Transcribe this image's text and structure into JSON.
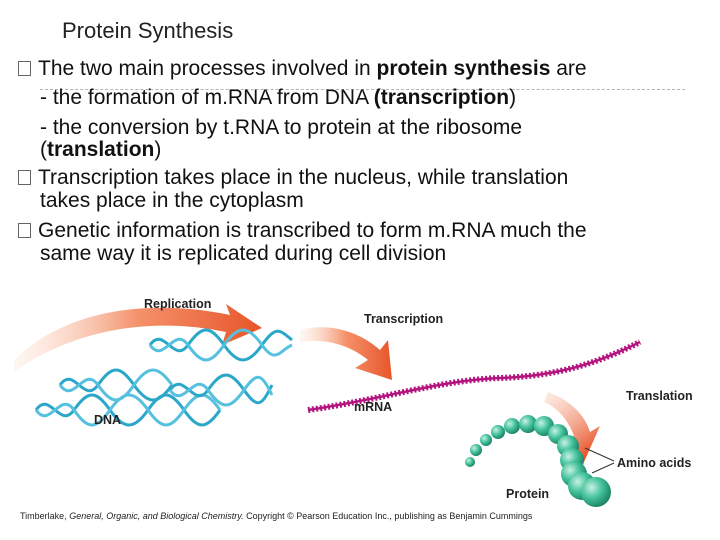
{
  "title": "Protein Synthesis",
  "bullets": {
    "b1_pre": "The two main processes involved in ",
    "b1_bold": "protein synthesis",
    "b1_post": "  are",
    "sub1_pre": "- the formation of m.RNA from DNA ",
    "sub1_bold": "(transcription",
    "sub1_post": ")",
    "sub2": "- the conversion by t.RNA to protein at the ribosome",
    "sub2b_pre": "(",
    "sub2b_bold": "translation",
    "sub2b_post": ")",
    "b2_line1": "Transcription takes place in the nucleus, while translation",
    "b2_line2": "takes place in the cytoplasm",
    "b3_line1": "Genetic information is transcribed to form m.RNA much the",
    "b3_line2": "same way it is replicated during cell division"
  },
  "figure": {
    "replication": "Replication",
    "transcription": "Transcription",
    "translation": "Translation",
    "dna": "DNA",
    "mrna": "mRNA",
    "amino_acids": "Amino acids",
    "protein": "Protein"
  },
  "credit": {
    "pre": "Timberlake, ",
    "italic": "General, Organic, and Biological Chemistry.",
    "post": "  Copyright © Pearson Education Inc., publishing as Benjamin Cummings"
  },
  "colors": {
    "arrow": "#e8552a",
    "dna": "#2aa7c9",
    "mrna": "#b3157e",
    "protein": "#2cab86"
  }
}
